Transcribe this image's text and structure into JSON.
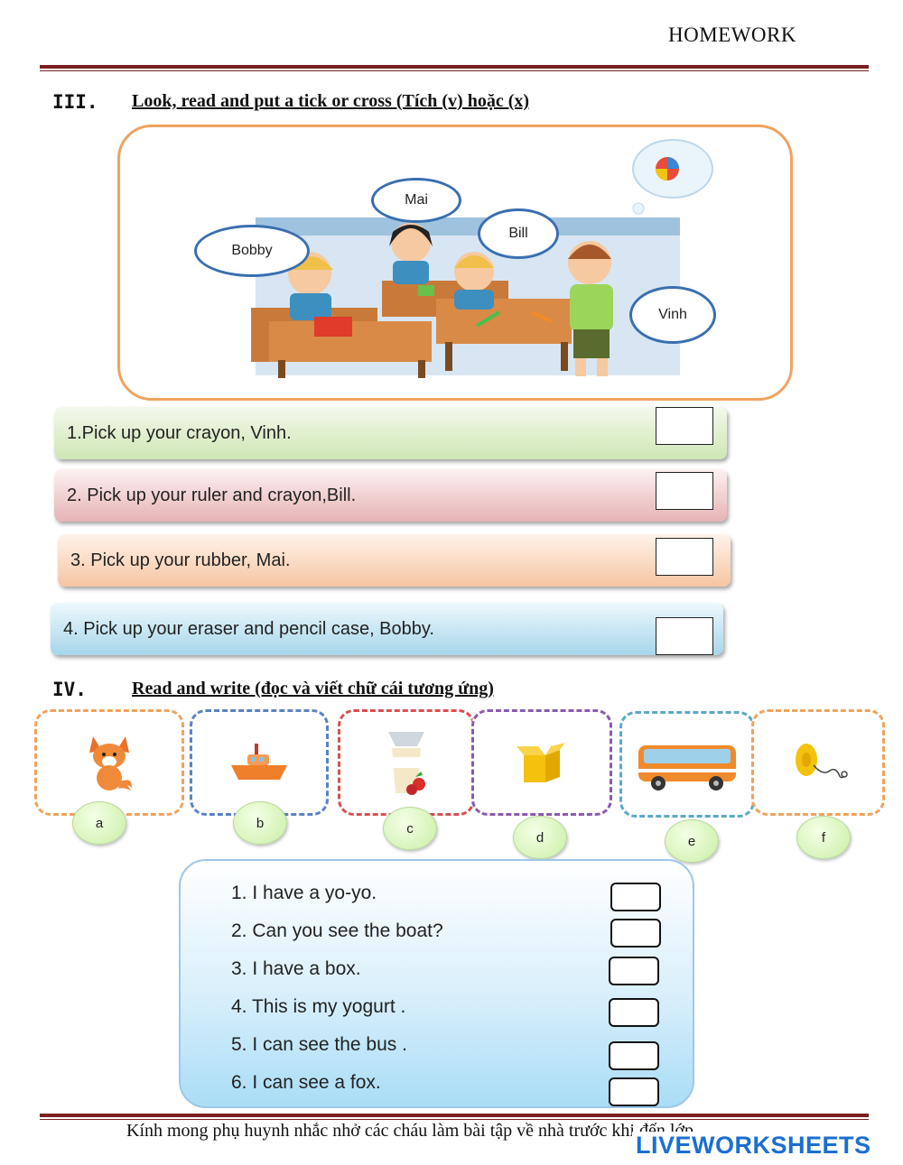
{
  "header": {
    "title": "HOMEWORK"
  },
  "section3": {
    "number": "III.",
    "title": "Look, read and put a tick or cross (Tích (v) hoặc (x)",
    "bubbles": {
      "mai": "Mai",
      "bobby": "Bobby",
      "bill": "Bill",
      "vinh": "Vinh"
    },
    "items": [
      "1.Pick up your crayon, Vinh.",
      "2. Pick up your ruler and crayon,Bill.",
      "3. Pick up your rubber, Mai.",
      "4. Pick up your eraser and pencil case, Bobby."
    ]
  },
  "section4": {
    "number": "IV.",
    "title": "Read and write (đọc và viết chữ cái tương ứng)",
    "pictures": [
      {
        "letter": "a",
        "icon": "fox-icon",
        "border": "#f0a35e"
      },
      {
        "letter": "b",
        "icon": "boat-icon",
        "border": "#5b82c4"
      },
      {
        "letter": "c",
        "icon": "yogurt-icon",
        "border": "#d94f4f"
      },
      {
        "letter": "d",
        "icon": "box-icon",
        "border": "#8a5ab0"
      },
      {
        "letter": "e",
        "icon": "bus-icon",
        "border": "#5aa9c8"
      },
      {
        "letter": "f",
        "icon": "yoyo-icon",
        "border": "#f0a35e"
      }
    ],
    "sentences": [
      "1.  I have a yo-yo.",
      "2.  Can you see the boat?",
      "3.  I have a box.",
      "4.  This is my yogurt .",
      "5.  I can see the bus .",
      "6.  I can see a fox."
    ]
  },
  "footer": {
    "note": "Kính mong phụ huynh nhắc nhở các cháu làm bài tập về nhà trước khi đến lớp.",
    "brand": "LIVEWORKSHEETS"
  }
}
